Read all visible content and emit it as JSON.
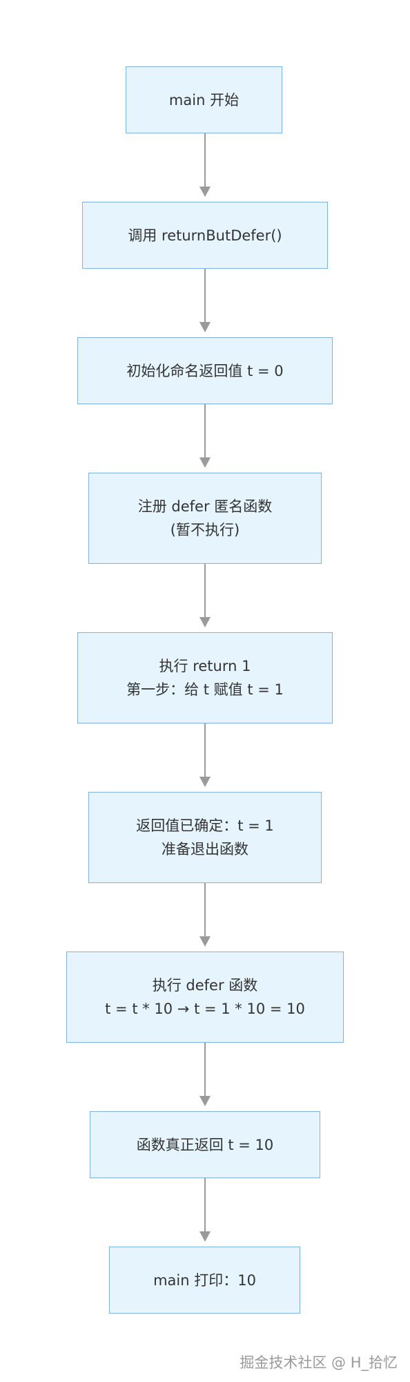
{
  "nodes": [
    {
      "lines": [
        "main 开始"
      ]
    },
    {
      "lines": [
        "调用 returnButDefer()"
      ]
    },
    {
      "lines": [
        "初始化命名返回值 t = 0"
      ]
    },
    {
      "lines": [
        "注册 defer 匿名函数",
        "(暂不执行)"
      ]
    },
    {
      "lines": [
        "执行 return 1",
        "第一步：给 t 赋值 t = 1"
      ]
    },
    {
      "lines": [
        "返回值已确定：t = 1",
        "准备退出函数"
      ]
    },
    {
      "lines": [
        "执行 defer 函数",
        "t = t * 10 → t = 1 * 10 = 10"
      ]
    },
    {
      "lines": [
        "函数真正返回 t = 10"
      ]
    },
    {
      "lines": [
        "main 打印：10"
      ]
    }
  ],
  "watermark": "掘金技术社区 @ H_拾忆",
  "colors": {
    "node_fill": "#e6f5fd",
    "node_border": "#7fb0ea",
    "edge": "#9a9a9a",
    "text": "#333333"
  }
}
